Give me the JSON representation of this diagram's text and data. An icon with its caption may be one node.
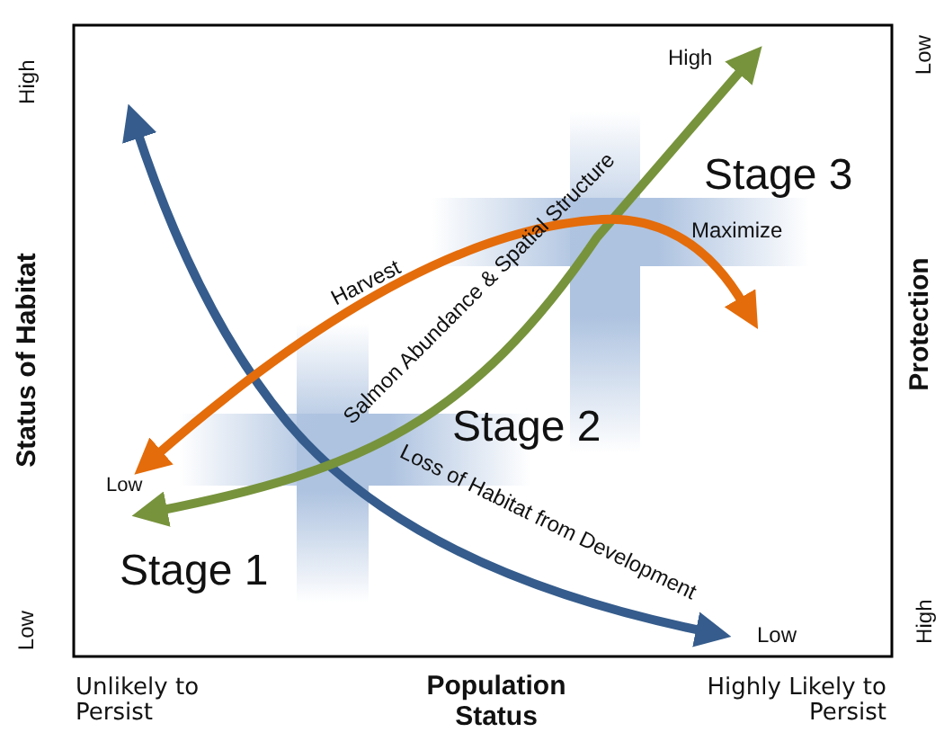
{
  "diagram": {
    "labels": [
      "High",
      "Status of Habitat",
      "Low",
      "High",
      "Stage 3",
      "Maximize",
      "Harvest",
      "Salmon Abundance & Spatial Structure",
      "Stage 2",
      "Low",
      "Stage 1",
      "Loss of Habitat from Development",
      "Low",
      "Unlikely to Persist",
      "Population Status",
      "Highly Likely to Persist",
      "Low",
      "Protection",
      "High"
    ]
  }
}
